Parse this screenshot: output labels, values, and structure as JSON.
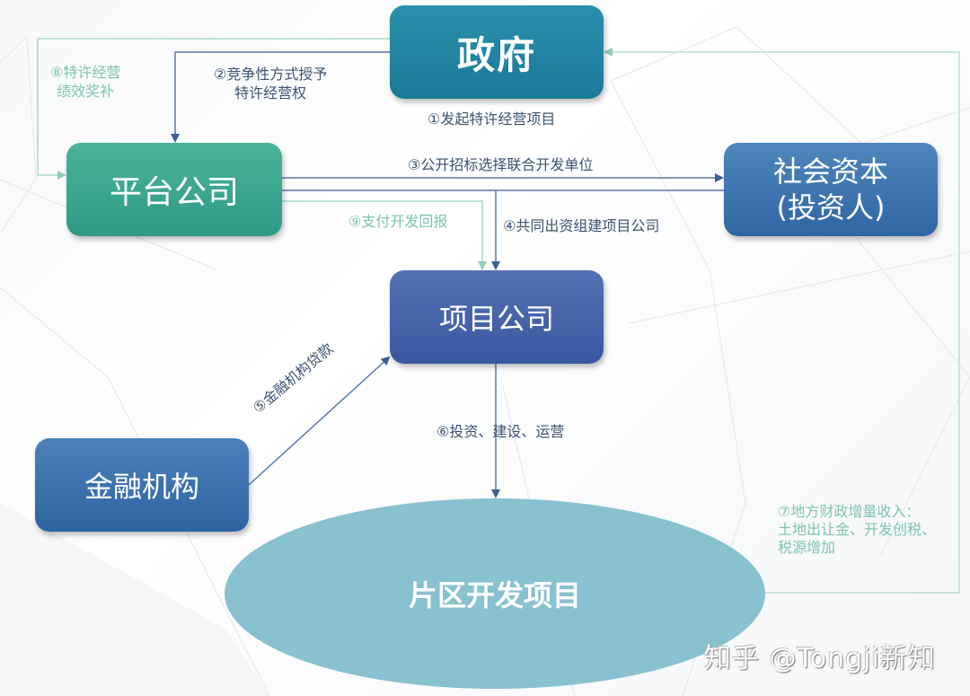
{
  "nodes": {
    "government": "政府",
    "platform_company": "平台公司",
    "social_capital_line1": "社会资本",
    "social_capital_line2": "(投资人)",
    "project_company": "项目公司",
    "financial_institution": "金融机构",
    "area_development_project": "片区开发项目"
  },
  "flows": {
    "step1": "①发起特许经营项目",
    "step2_line1": "②竞争性方式授予",
    "step2_line2": "特许经营权",
    "step3": "③公开招标选择联合开发单位",
    "step4": "④共同出资组建项目公司",
    "step5": "⑤金融机构贷款",
    "step6": "⑥投资、建设、运营",
    "step7_line1": "⑦地方财政增量收入：",
    "step7_line2": "土地出让金、开发创税、",
    "step7_line3": "税源增加",
    "step8_line1": "⑧特许经营",
    "step8_line2": "绩效奖补",
    "step9": "⑨支付开发回报"
  },
  "watermark": "知乎 @Tongji新知",
  "colors": {
    "government": "#1f84a1",
    "platform_company": "#3aa68f",
    "social_capital": "#3a71ad",
    "project_company": "#4763a9",
    "financial_institution": "#3a71ad",
    "area_development_project": "#88c1cf",
    "blue_arrow": "#3c5f93",
    "green_arrow": "#8fcdb9"
  }
}
